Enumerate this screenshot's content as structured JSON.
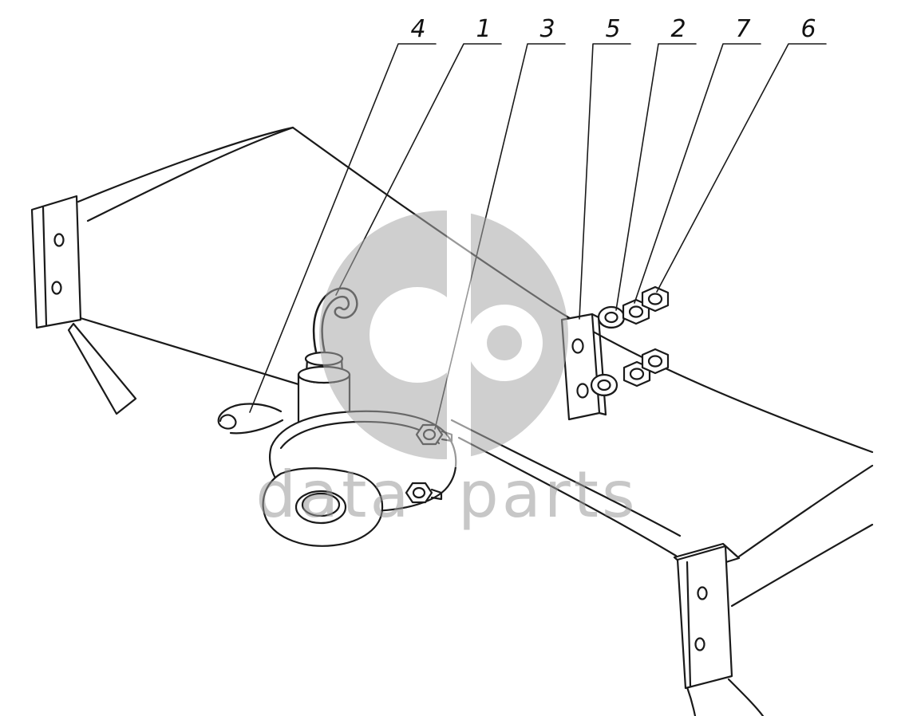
{
  "diagram": {
    "watermark": "data parts",
    "callouts": [
      {
        "label": "4"
      },
      {
        "label": "1"
      },
      {
        "label": "3"
      },
      {
        "label": "5"
      },
      {
        "label": "2"
      },
      {
        "label": "7"
      },
      {
        "label": "6"
      }
    ]
  },
  "colors": {
    "line": "#1a1a1a",
    "watermark_gray": "#cfcfcf",
    "background": "#ffffff"
  }
}
